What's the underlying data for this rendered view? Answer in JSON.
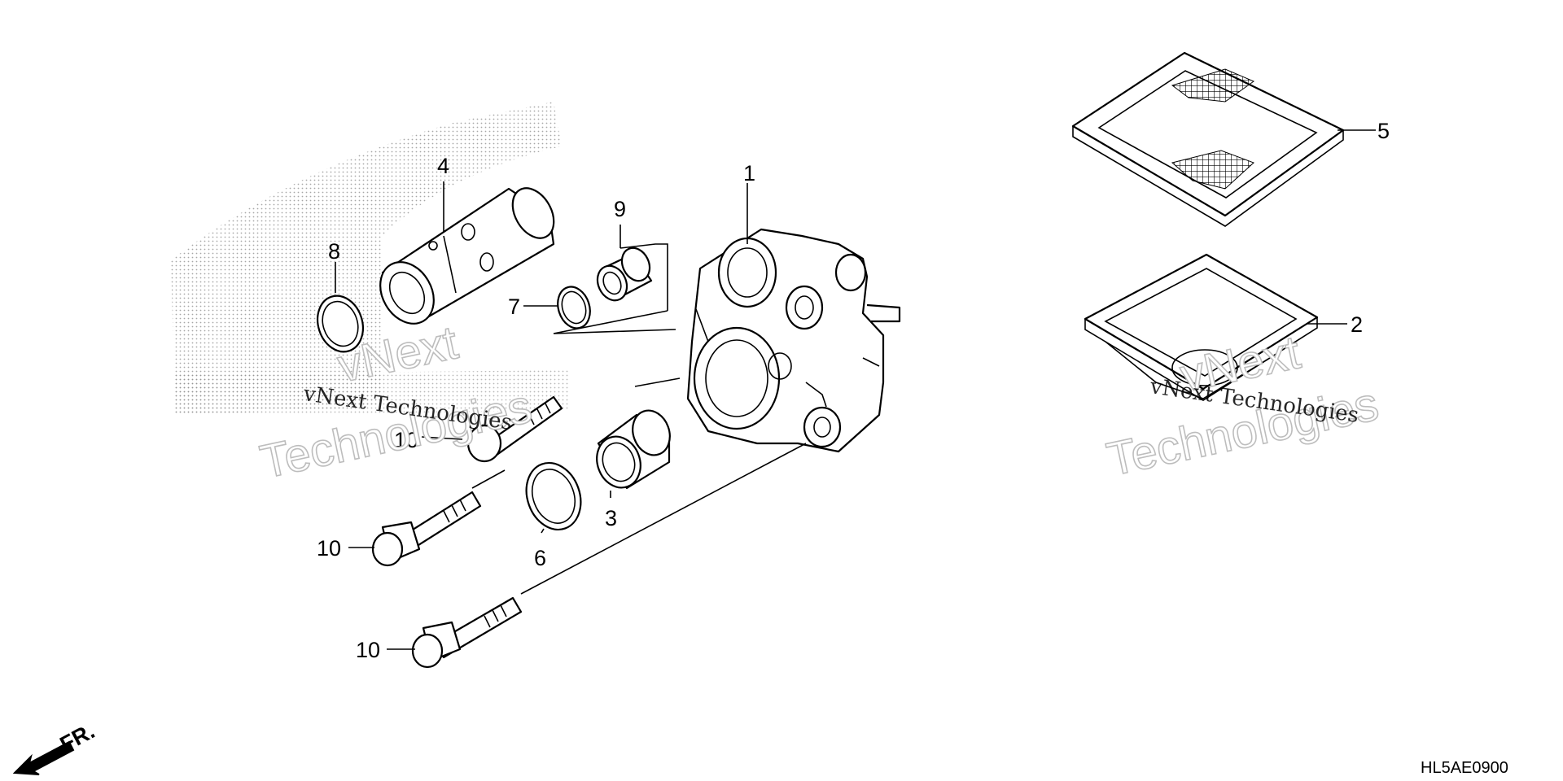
{
  "diagram": {
    "callouts": {
      "c1": "1",
      "c2": "2",
      "c3": "3",
      "c4": "4",
      "c5": "5",
      "c6": "6",
      "c7": "7",
      "c8": "8",
      "c9": "9",
      "c10a": "10",
      "c10b": "10",
      "c10c": "10"
    },
    "front_label": "FR.",
    "diagram_code": "HL5AE0900"
  },
  "watermarks": {
    "line1": "vNext Technologies",
    "line2": "vNext",
    "line3": "Technologies"
  },
  "colors": {
    "line": "#000000",
    "background": "#ffffff",
    "watermark_outline": "#bdbdbd"
  }
}
